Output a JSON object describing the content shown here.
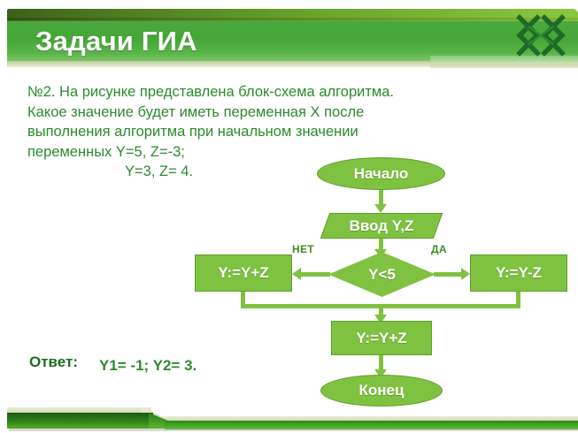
{
  "header": {
    "title": "Задачи ГИА",
    "logo_name": "woven-knot-logo",
    "accent_color": "#46a638",
    "top_bar_color": "#4d7a1f"
  },
  "problem": {
    "lines": [
      "№2. На рисунке представлена блок-схема алгоритма.",
      "Какое значение будет иметь переменная X после",
      "выполнения алгоритма при начальном значении",
      "переменных Y=5, Z=-3;"
    ],
    "indented_line": "Y=3, Z= 4.",
    "text_color": "#2c8a2c"
  },
  "answer": {
    "label": "Ответ:",
    "value": "Y1= -1;  Y2= 3.",
    "label_color": "#1f6b1f",
    "value_color": "#2e8b2e"
  },
  "flowchart": {
    "node_fill": "#7fc241",
    "node_border": "#5f9e27",
    "connector_color": "#7fc241",
    "nodes": {
      "start": "Начало",
      "input": "Ввод Y,Z",
      "decision": "Y<5",
      "branch_false": "Y:=Y+Z",
      "branch_true": "Y:=Y-Z",
      "merge": "Y:=Y+Z",
      "end": "Конец"
    },
    "branch_labels": {
      "no": "НЕТ",
      "yes": "ДА"
    }
  },
  "footer": {
    "bar_dark_color": "#2c7a19",
    "bar_light_color": "#4fae2b"
  }
}
